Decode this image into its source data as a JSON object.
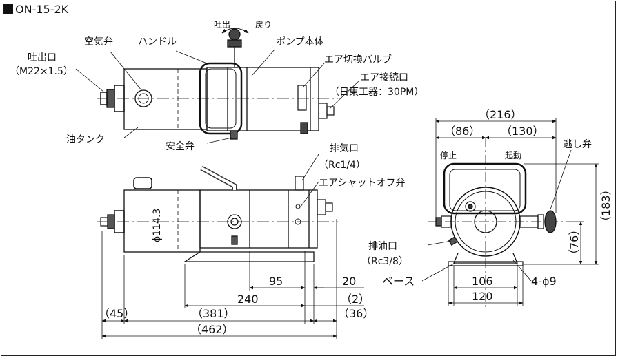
{
  "title": "ON-15-2K",
  "top_view": {
    "discharge_port": "吐出口",
    "discharge_size": "（M22×1.5）",
    "air_vent": "空気弁",
    "handle": "ハンドル",
    "discharge": "吐出",
    "return": "戻り",
    "pump_body": "ポンプ本体",
    "air_switch_valve": "エア切換バルブ",
    "air_connection": "エア接続口",
    "air_connection_spec": "（日東工器：30PM）",
    "oil_tank": "油タンク",
    "safety_valve": "安全弁"
  },
  "side_view": {
    "exhaust_port": "排気口",
    "exhaust_size": "（Rc1/4）",
    "air_shutoff_valve": "エアシャットオフ弁",
    "diameter": "ϕ114.3",
    "dims": {
      "d95": "95",
      "d20": "20",
      "d240": "240",
      "d2": "（2）",
      "d45": "（45）",
      "d381": "（381）",
      "d36": "（36）",
      "d462": "（462）"
    }
  },
  "front_view": {
    "d216": "（216）",
    "d86": "（86）",
    "d130": "（130）",
    "stop": "停止",
    "start": "起動",
    "relief_valve": "逃し弁",
    "drain_port": "排油口",
    "drain_size": "（Rc3/8）",
    "base": "ベース",
    "d106": "106",
    "d120": "120",
    "holes": "4-ϕ9",
    "d183": "（183）",
    "d76": "（76）"
  }
}
